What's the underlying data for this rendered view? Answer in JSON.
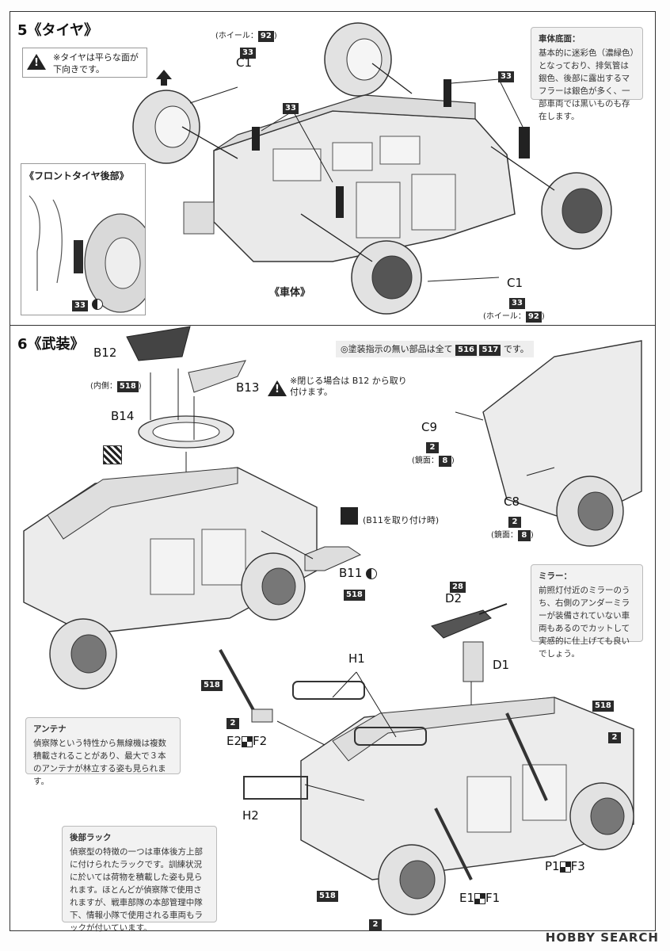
{
  "s5": {
    "title": "5《タイヤ》",
    "warn": "※タイヤは平らな面が下向きです。",
    "front_title": "《フロントタイヤ後部》",
    "front_badge": "33",
    "body_label": "《車体》",
    "wheel_top_note": "(ホイール：",
    "wheel_top_badge": "92",
    "wheel_top_close": ")",
    "c1_top_badge": "33",
    "c1_top": "C1",
    "c1_bot": "C1",
    "c1_bot_badge": "33",
    "wheel_bot_note": "(ホイール：",
    "wheel_bot_badge": "92",
    "wheel_bot_close": ")",
    "b33_a": "33",
    "b33_b": "33",
    "note_title": "車体底面：",
    "note_body": "基本的に迷彩色（濃緑色）となっており、排気管は銀色、後部に露出するマフラーは銀色が多く、一部車両では黒いものも存在します。"
  },
  "s6": {
    "title": "6《武装》",
    "unpainted_prefix": "◎塗装指示の無い部品は全て",
    "unpainted_b1": "516",
    "unpainted_b2": "517",
    "unpainted_suffix": "です。",
    "b12": "B12",
    "b12_inner": "(内側：",
    "b12_inner_badge": "518",
    "b12_inner_close": ")",
    "b13": "B13",
    "b13_warn": "※閉じる場合は B12 から取り付けます。",
    "b14": "B14",
    "b11_note": "(B11を取り付け時)",
    "b11": "B11",
    "b11_badge": "518",
    "c9": "C9",
    "c9_badge": "2",
    "c9_mirror": "(鏡面：",
    "c9_mirror_badge": "8",
    "c9_close": ")",
    "c8": "C8",
    "c8_badge": "2",
    "c8_mirror": "(鏡面：",
    "c8_mirror_badge": "8",
    "c8_close": ")",
    "mirror_title": "ミラー：",
    "mirror_body": "前照灯付近のミラーのうち、右側のアンダーミラーが装備されていない車両もあるのでカットして実感的に仕上げても良いでしょう。",
    "d2_num": "28",
    "d2": "D2",
    "d1": "D1",
    "h1": "H1",
    "h2": "H2",
    "antenna_badge": "518",
    "antenna_badge2": "2",
    "e2f2": "E2",
    "e2f2b": "F2",
    "antenna_title": "アンテナ",
    "antenna_body": "偵察隊という特性から無線機は複数積載されることがあり、最大で３本のアンテナが林立する姿も見られます。",
    "rack_title": "後部ラック",
    "rack_body": "偵察型の特徴の一つは車体後方上部に付けられたラックです。訓練状況に於いては荷物を積載した姿も見られます。ほとんどが偵察隊で使用されますが、戦車部隊の本部管理中隊下、情報小隊で使用される車両もラックが付いています。",
    "right_badge": "518",
    "right_badge2": "2",
    "p1": "P1",
    "f3": "F3",
    "e1": "E1",
    "f1": "F1",
    "bot_badge": "518",
    "bot_badge2": "2"
  },
  "watermark": "HOBBY SEARCH"
}
